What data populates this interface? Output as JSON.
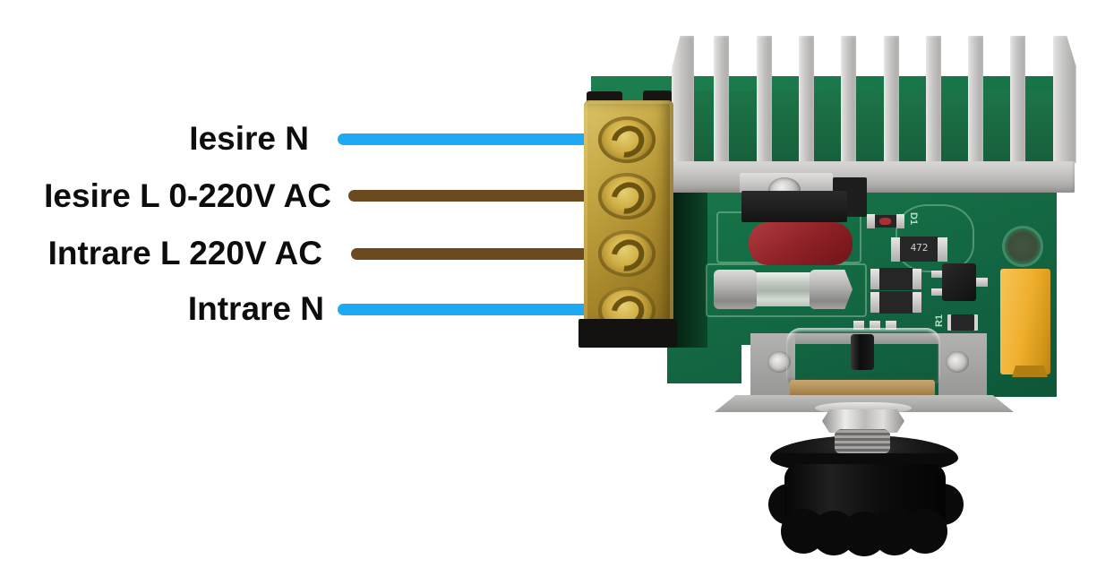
{
  "annotations": {
    "text_color": "#0d0d0d",
    "labels": [
      {
        "text": "Iesire N",
        "wire": "blue",
        "wire_color": "#1fa9f2",
        "terminal": 1
      },
      {
        "text": "Iesire L 0-220V AC",
        "wire": "brown",
        "wire_color": "#6b4a20",
        "terminal": 2
      },
      {
        "text": "Intrare L 220V AC",
        "wire": "brown",
        "wire_color": "#6b4a20",
        "terminal": 3
      },
      {
        "text": "Intrare N",
        "wire": "blue",
        "wire_color": "#1fa9f2",
        "terminal": 4
      }
    ]
  },
  "board": {
    "pcb_color": "#156f45",
    "heatsink": {
      "fin_count": 10,
      "color": "#c6c5c3"
    },
    "terminal_block": {
      "screw_count": 4,
      "color": "#b3922e"
    },
    "silkscreen": {
      "smd_resistor_label": "472",
      "r1_label": "R1",
      "d1_label": "D1"
    },
    "component_colors": {
      "red_capacitor": "#8c2025",
      "yellow_capacitor": "#efaf2d",
      "knob": "#0a0a0a"
    }
  }
}
